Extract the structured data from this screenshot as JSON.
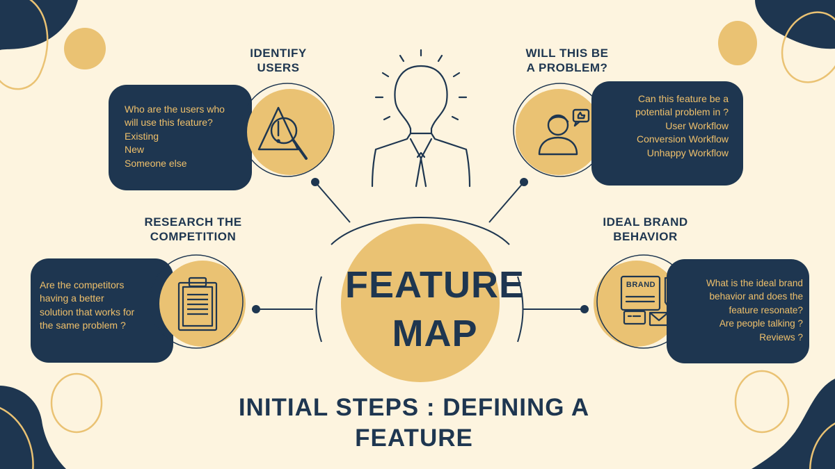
{
  "center": {
    "line1": "FEATURE",
    "line2": "MAP"
  },
  "footer": {
    "line1": "INITIAL STEPS : DEFINING A",
    "line2": "FEATURE"
  },
  "nodes": {
    "identify_users": {
      "heading": [
        "IDENTIFY",
        "USERS"
      ],
      "lines": [
        "Who are the users who",
        "will use this feature?",
        "Existing",
        "New",
        "Someone else"
      ],
      "icon": "warning-magnifier-icon"
    },
    "problem": {
      "heading": [
        "WILL THIS BE",
        "A PROBLEM?"
      ],
      "lines": [
        "Can this feature be a",
        "potential problem in ?",
        "User Workflow",
        "Conversion Workflow",
        "Unhappy Workflow"
      ],
      "icon": "user-feedback-icon"
    },
    "competition": {
      "heading": [
        "RESEARCH THE",
        "COMPETITION"
      ],
      "lines": [
        "Are the competitors",
        "having a better",
        "solution that works for",
        "the same problem ?"
      ],
      "icon": "clipboard-icon"
    },
    "brand": {
      "heading": [
        "IDEAL BRAND",
        "BEHAVIOR"
      ],
      "lines": [
        "What is the ideal brand",
        "behavior and does the",
        "feature resonate?",
        "Are people talking ?",
        "Reviews ?"
      ],
      "icon": "brand-card-icon",
      "icon_label": "BRAND"
    }
  },
  "colors": {
    "background": "#FDF4DF",
    "navy": "#1E3650",
    "gold": "#EAC273",
    "gold_text": "#EFC06B"
  }
}
